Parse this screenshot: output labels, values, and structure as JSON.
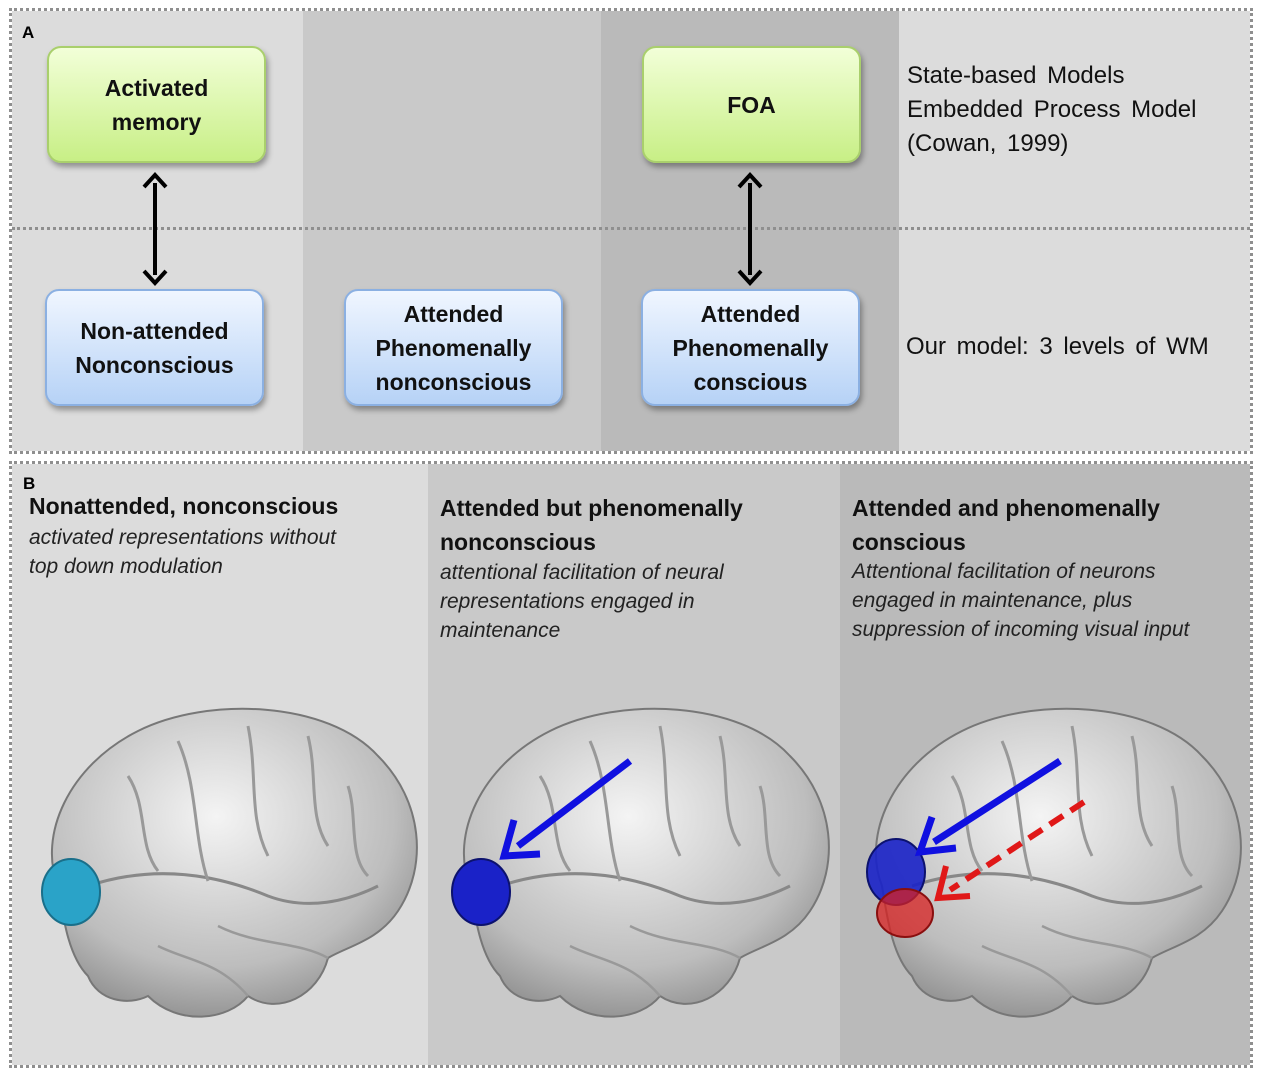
{
  "panel_a": {
    "label": "A",
    "boxes": {
      "activated_memory": "Activated\nmemory",
      "foa": "FOA",
      "non_attended": "Non-attended\nNonconscious",
      "attended_nonconscious": "Attended\nPhenomenally\nnonconscious",
      "attended_conscious": "Attended\nPhenomenally\nconscious"
    },
    "state_based_text": "State-based Models\nEmbedded Process Model\n(Cowan, 1999)",
    "our_model_text": "Our model: 3 levels of WM",
    "colors": {
      "green_box": "#d6f59e",
      "blue_box": "#c7dcf8",
      "col1": "#dcdcdc",
      "col2": "#c9c9c9",
      "col3": "#bababa"
    }
  },
  "panel_b": {
    "label": "B",
    "columns": [
      {
        "heading": "Nonattended, nonconscious",
        "description": "activated representations without\ntop down modulation"
      },
      {
        "heading": "Attended but phenomenally\nnonconscious",
        "description": "attentional facilitation of neural\nrepresentations engaged in\nmaintenance"
      },
      {
        "heading": "Attended and phenomenally\nconscious",
        "description": "Attentional facilitation of neurons\nengaged in maintenance, plus\nsuppression of incoming visual input"
      }
    ],
    "colors": {
      "cyan_region": "#2aa3c8",
      "blue_region": "#1a22c8",
      "red_region": "#d82020",
      "blue_arrow": "#1010e0",
      "red_arrow": "#e01818"
    }
  }
}
